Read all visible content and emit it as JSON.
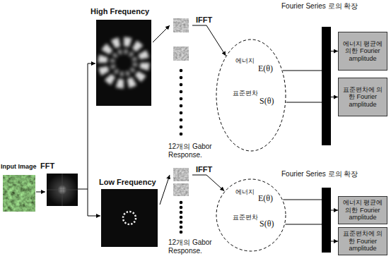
{
  "diagram": {
    "nodes": [
      {
        "text": [
          "Input Image"
        ]
      },
      {
        "text": [
          "High Frequency"
        ]
      },
      {
        "text": [
          "12개의 Gabor Response."
        ]
      },
      {
        "text": [
          "에너지",
          "E(θ)",
          "표준편차",
          "S(θ)"
        ]
      },
      {
        "text": [
          "에너지 평균에 의한 Fourier amplitude"
        ]
      },
      {
        "text": [
          "표준편차에 의한 Fourier amplitude"
        ]
      },
      {
        "text": [
          "Low Frequency"
        ]
      },
      {
        "text": [
          "12개의 Gabor Response."
        ]
      },
      {
        "text": [
          "에너지",
          "E(θ)",
          "표준편차",
          "S(θ)"
        ]
      },
      {
        "text": [
          "에너지 평균에 의한 Fourier amplitude"
        ]
      },
      {
        "text": [
          "표준편차에 의한 Fourier amplitude"
        ]
      }
    ],
    "edges": [
      {
        "from": 1,
        "to": 2,
        "arrow": "to"
      },
      {
        "from": 2,
        "to": 3,
        "arrow": "to",
        "label": "IFFT"
      },
      {
        "from": 3,
        "to": 4,
        "arrow": "to"
      },
      {
        "from": 3,
        "to": 5,
        "arrow": "to"
      },
      {
        "from": 6,
        "to": 7,
        "arrow": "to"
      },
      {
        "from": 7,
        "to": 8,
        "arrow": "to",
        "label": "IFFT"
      },
      {
        "from": 8,
        "to": 9,
        "arrow": "to"
      },
      {
        "from": 8,
        "to": 10,
        "arrow": "to"
      }
    ],
    "labels": [
      "FFT",
      "Fourier Series 로의 확장",
      "Fourier Series 로의 확장"
    ]
  }
}
